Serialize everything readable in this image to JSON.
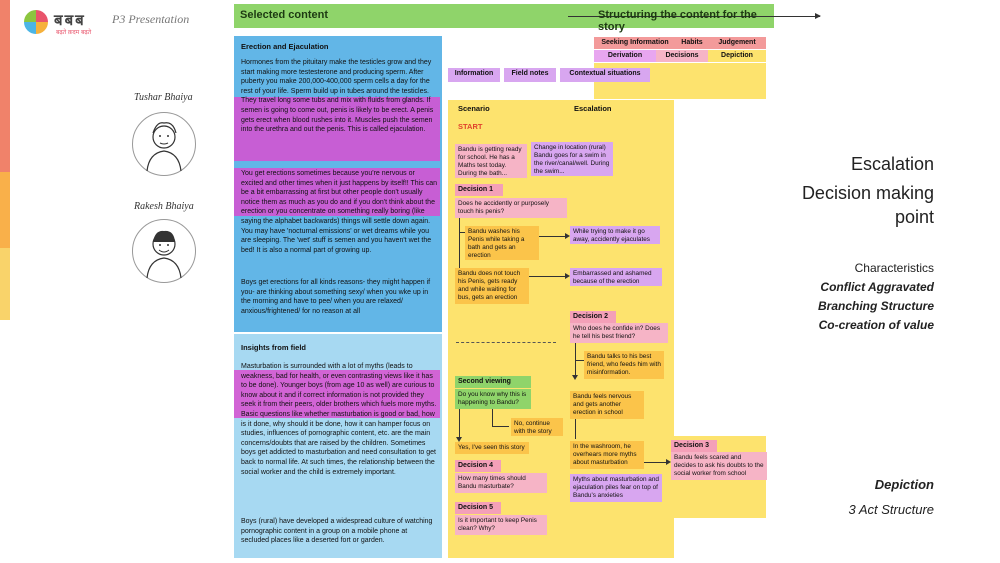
{
  "brand": {
    "logo_text": "बबब",
    "logo_sub": "बढ़ते क़दम बढ़ते",
    "presentation": "P3 Presentation"
  },
  "people": [
    {
      "name": "Tushar Bhaiya"
    },
    {
      "name": "Rakesh Bhaiya"
    }
  ],
  "header": {
    "left": "Selected content",
    "right": "Structuring the content for the story"
  },
  "left": {
    "section1_title": "Erection and Ejaculation",
    "p1": "Hormones from the pituitary make the testicles grow and they start making more testesterone and producing sperm. After puberty you make 200,000-400,000 sperm cells a day for the rest of your life. Sperm build up in tubes around the testicles. They travel long some tubs and mix with fluids from glands. If semen is going to come out, penis is likely to be erect. A penis gets erect when blood rushes into it. Muscles push the semen into the urethra and out the penis. This is called ejaculation.",
    "p2": "You get erections sometimes because you're nervous or excited and other times when it just happens by itself!! This can be a bit embarrassing at first but other people don't usually notice them as much as you do and if you don't think about the erection or you concentrate on something really boring (like saying the alphabet backwards) things will settle down again. You may have 'nocturnal emissions' or wet dreams while you are sleeping. The 'wet' stuff is semen and you haven't wet the bed! It is also a normal part of growing up.",
    "p3": "Boys get erections for all kinds reasons- they might happen if you- are thinking about something sexy/ when you wke up in the morning and have to pee/ when you are relaxed/ anxious/frightened/ for no reason at all",
    "section2_title": "Insights from field",
    "p4": "Masturbation is surrounded with a lot of myths (leads to weakness, bad for health, or even contrasting views like it has to be done). Younger boys (from age 10 as well) are curious to know about it and if correct information is not provided they seek it from their peers, older brothers which fuels more myths. Basic questions like whether masturbation is good or bad, how is it done, why should it be done, how it can hamper focus on studies, influences of pornographic content, etc. are the main concerns/doubts that are raised by the children. Sometimes boys get addicted to masturbation and need consultation to get back to normal life. At such times, the relationship between the social worker and the child is extremely important.",
    "p5": "Boys (rural) have developed a widespread culture of watching pornographic content in a group on a mobile phone at secluded places like a deserted fort or garden."
  },
  "tags": {
    "seeking": "Seeking Information",
    "habits": "Habits",
    "judgement": "Judgement",
    "derivation": "Derivation",
    "decisions": "Decisions",
    "depiction": "Depiction",
    "information": "Information",
    "field_notes": "Field notes",
    "contextual": "Contextual situations"
  },
  "board": {
    "col_scenario": "Scenario",
    "col_escalation": "Escalation",
    "start": "START",
    "s1": "Bandu is getting ready for school. He has a Maths test today. During the bath...",
    "s2": "Change in location (rural) Bandu goes for a swim in the river/canal/well. During the swim...",
    "d1": "Decision 1",
    "d1q": "Does he accidently or purposely touch his penis?",
    "s3": "Bandu washes his Penis while taking a bath and gets an erection",
    "s4": "While trying to make it go away, accidently ejaculates",
    "s5": "Bandu does not touch his Penis, gets ready and while waiting for bus, gets an erection",
    "s6": "Embarrassed and ashamed because of the erection",
    "d2": "Decision 2",
    "d2q": "Who does he confide in? Does he tell his best friend?",
    "s7": "Bandu talks to his best friend, who feeds him with misinformation.",
    "sv": "Second viewing",
    "svq": "Do you know why this is happening to Bandu?",
    "s8": "Bandu feels nervous and gets another erection in school",
    "no": "No, continue with the story",
    "yes": "Yes, I've seen this story",
    "s9": "In the washroom, he overhears more myths about masturbation",
    "d3": "Decision 3",
    "s10": "Bandu feels scared and decides to ask his doubts to the social worker from school",
    "d4": "Decision 4",
    "d4q": "How many times should Bandu masturbate?",
    "s11": "Myths about masturbation and ejaculation piles fear on top of Bandu's anxieties",
    "d5": "Decision 5",
    "d5q": "Is it important to keep Penis clean? Why?"
  },
  "right": {
    "escalation": "Escalation",
    "decision_point": "Decision making point",
    "characteristics": "Characteristics",
    "c1": "Conflict Aggravated",
    "c2": "Branching Structure",
    "c3": "Co-creation of value",
    "depiction": "Depiction",
    "structure": "3 Act Structure"
  },
  "colors": {
    "blue": "#62b6e7",
    "light_blue": "#a7d9f2",
    "yellow": "#fde36e",
    "green": "#8fd46a",
    "magenta": "#d94fd0",
    "pink": "#f6b4c6"
  }
}
